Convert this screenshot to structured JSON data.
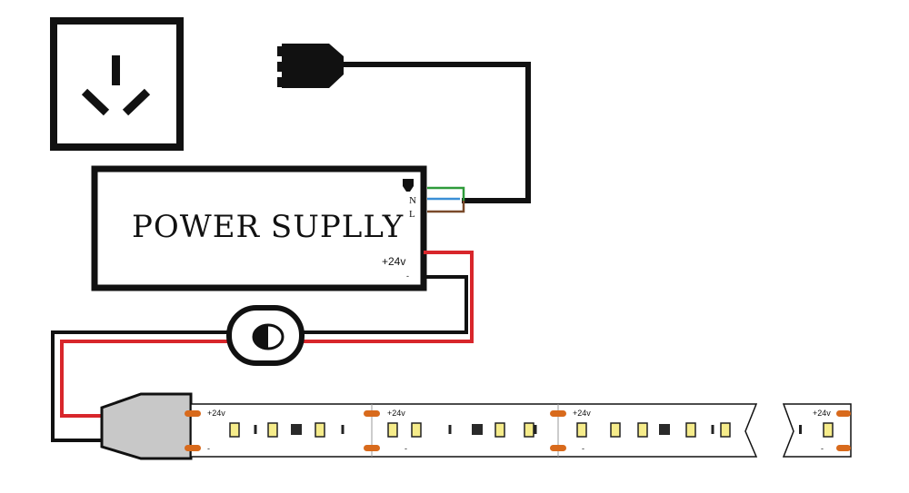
{
  "power_supply": {
    "title": "POWER SUPLLY",
    "terminal_n": "N",
    "terminal_l": "L",
    "output_positive": "+24v",
    "output_negative": "-"
  },
  "strip": {
    "segment_positive": "+24v",
    "segment_negative": "-"
  },
  "colors": {
    "outline": "#111111",
    "wire_red": "#d8262b",
    "wire_green": "#2e9b3a",
    "wire_blue": "#3a8fd6",
    "wire_brown": "#7a4a2a",
    "led_yellow": "#f6ec8a",
    "solder_pad": "#d86a1c",
    "connector_gray": "#c8c8c8"
  },
  "icons": [
    "wall-socket-icon",
    "plug-icon",
    "dimmer-switch-icon",
    "ground-symbol-icon"
  ]
}
